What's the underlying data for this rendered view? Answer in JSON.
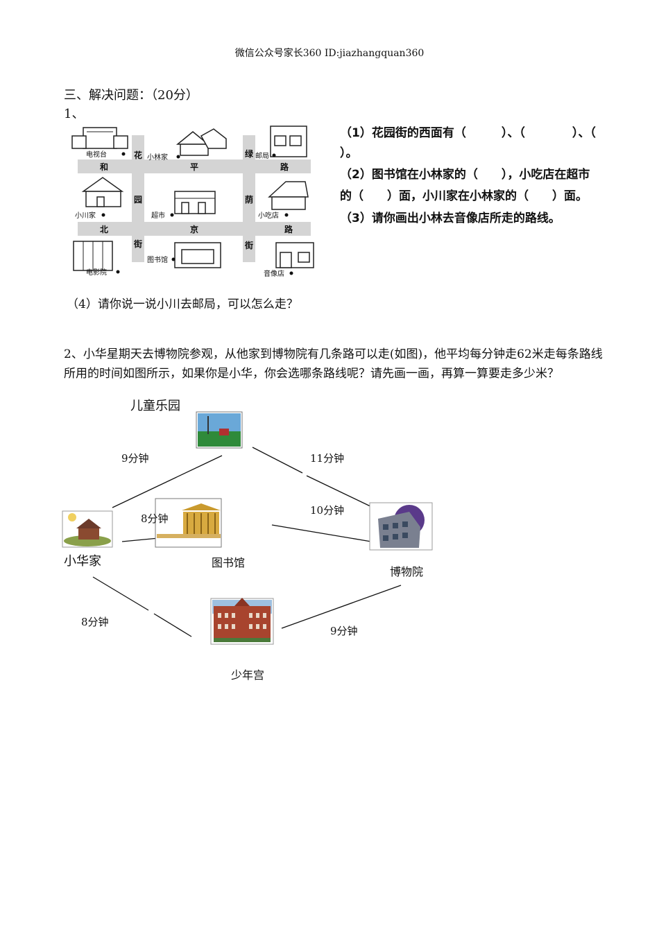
{
  "header": "微信公众号家长360 ID:jiazhangquan360",
  "section_title": "三、解决问题：（20分）",
  "q1": {
    "number": "1、",
    "map": {
      "roads": {
        "he": "和",
        "ping": "平",
        "lu1": "路",
        "bei": "北",
        "jing": "京",
        "lu2": "路",
        "hua": "花",
        "yuan": "园",
        "jie1": "街",
        "lv": "绿",
        "yin": "荫",
        "jie2": "街"
      },
      "places": {
        "tv": "电视台",
        "xiaolin": "小林家",
        "post": "邮局",
        "xiaochuan": "小川家",
        "market": "超市",
        "snack": "小吃店",
        "cinema": "电影院",
        "library": "图书馆",
        "music": "音像店"
      }
    },
    "sub1_a": "（1）花园街的西面有（　　　）、（　　　　）、（",
    "sub1_b": "）。",
    "sub2_a": "（2）图书馆在小林家的（　　），小吃店在超市",
    "sub2_b": "的（　　）面，小川家在小林家的（　　）面。",
    "sub3": "（3）请你画出小林去音像店所走的路线。",
    "sub4": "（4）请你说一说小川去邮局，可以怎么走？"
  },
  "q2": {
    "text": "2、小华星期天去博物院参观，从他家到博物院有几条路可以走(如图)，他平均每分钟走62米走每条路线所用的时间如图所示，如果你是小华，你会选哪条路线呢？请先画一画，再算一算要走多少米？",
    "places": {
      "park": "儿童乐园",
      "home": "小华家",
      "library": "图书馆",
      "museum": "博物院",
      "palace": "少年宫"
    },
    "times": {
      "home_park": "9分钟",
      "park_museum": "11分钟",
      "home_library": "8分钟",
      "library_museum": "10分钟",
      "home_palace": "8分钟",
      "palace_museum": "9分钟"
    }
  }
}
